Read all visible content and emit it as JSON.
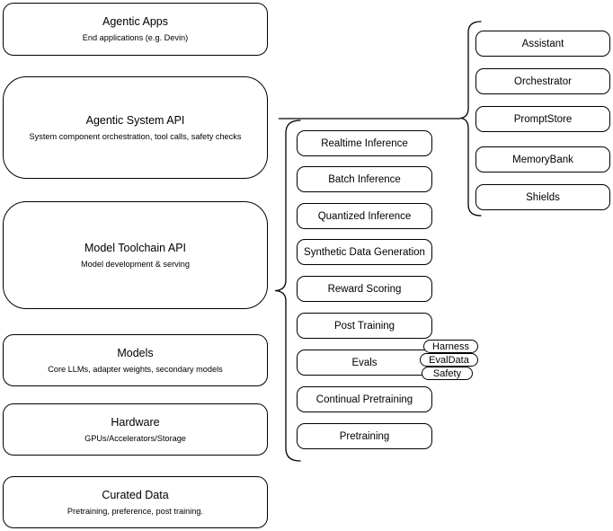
{
  "diagram": {
    "colors": {
      "stroke": "#000000",
      "background": "#ffffff",
      "text": "#000000"
    },
    "stack": [
      {
        "title": "Agentic Apps",
        "subtitle": "End applications (e.g. Devin)"
      },
      {
        "title": "Agentic System API",
        "subtitle": "System component orchestration, tool calls, safety checks"
      },
      {
        "title": "Model Toolchain API",
        "subtitle": "Model development & serving"
      },
      {
        "title": "Models",
        "subtitle": "Core LLMs, adapter weights, secondary models"
      },
      {
        "title": "Hardware",
        "subtitle": "GPUs/Accelerators/Storage"
      },
      {
        "title": "Curated Data",
        "subtitle": "Pretraining, preference, post training."
      }
    ],
    "toolchain_services": [
      {
        "label": "Realtime Inference"
      },
      {
        "label": "Batch Inference"
      },
      {
        "label": "Quantized Inference"
      },
      {
        "label": "Synthetic Data Generation"
      },
      {
        "label": "Reward Scoring"
      },
      {
        "label": "Post Training"
      },
      {
        "label": "Evals"
      },
      {
        "label": "Continual Pretraining"
      },
      {
        "label": "Pretraining"
      }
    ],
    "eval_tags": [
      {
        "label": "Harness"
      },
      {
        "label": "EvalData"
      },
      {
        "label": "Safety"
      }
    ],
    "system_services": [
      {
        "label": "Assistant"
      },
      {
        "label": "Orchestrator"
      },
      {
        "label": "PromptStore"
      },
      {
        "label": "MemoryBank"
      },
      {
        "label": "Shields"
      }
    ]
  }
}
